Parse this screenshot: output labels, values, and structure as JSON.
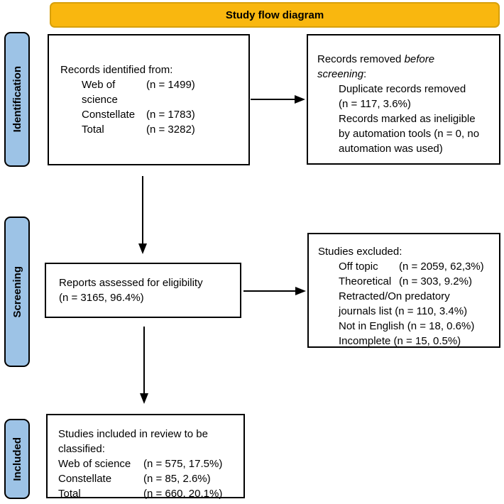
{
  "title": "Study flow diagram",
  "colors": {
    "banner_fill": "#F9B70F",
    "banner_border": "#D7A00C",
    "stage_fill": "#9DC3E6",
    "box_border": "#000000"
  },
  "stages": {
    "identification": "Identification",
    "screening": "Screening",
    "included": "Included"
  },
  "boxes": {
    "identified": {
      "heading": "Records identified from:",
      "rows": [
        {
          "label": "Web of science",
          "value": "(n = 1499)"
        },
        {
          "label": "Constellate",
          "value": "(n = 1783)"
        },
        {
          "label": "Total",
          "value": "(n = 3282)"
        }
      ]
    },
    "removed": {
      "line1_normal": "Records removed ",
      "line1_italic": "before",
      "line2_italic": "screening",
      "line2_normal": ":",
      "lines": [
        "Duplicate records removed",
        "(n = 117, 3.6%)",
        "Records marked as ineligible",
        "by automation tools (n = 0, no",
        "automation was used)"
      ]
    },
    "assessed": {
      "line1": "Reports assessed for eligibility",
      "line2": "(n = 3165, 96.4%)"
    },
    "excluded": {
      "heading": "Studies excluded:",
      "rows": [
        {
          "label": "Off topic",
          "value": "(n = 2059, 62,3%)"
        },
        {
          "label": "Theoretical",
          "value": "(n = 303, 9.2%)"
        }
      ],
      "lines": [
        "Retracted/On predatory",
        "journals list (n = 110, 3.4%)",
        "Not in English (n = 18, 0.6%)",
        "Incomplete (n = 15, 0.5%)"
      ]
    },
    "included_studies": {
      "line1": "Studies included in review to be",
      "line2": "classified:",
      "rows": [
        {
          "label": "Web of science",
          "value": "(n = 575, 17.5%)"
        },
        {
          "label": "Constellate",
          "value": "(n = 85, 2.6%)"
        },
        {
          "label": "Total",
          "value": "(n = 660, 20,1%)"
        }
      ]
    }
  }
}
